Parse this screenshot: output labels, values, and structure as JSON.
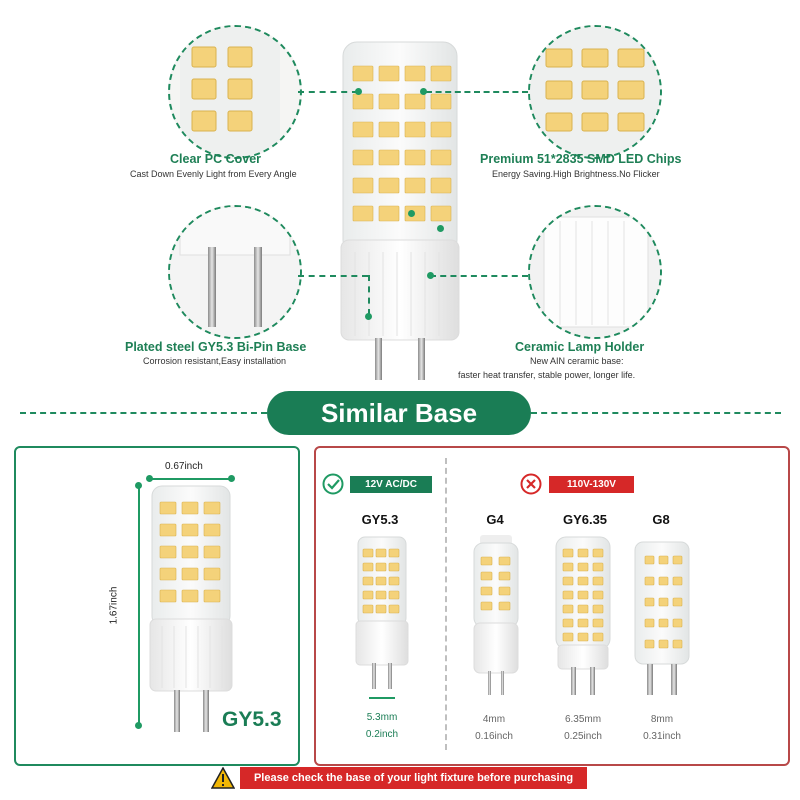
{
  "features": {
    "cover": {
      "title": "Clear PC Cover",
      "subtitle": "Cast Down Evenly Light from Every Angle",
      "icon": "led-closeup-icon"
    },
    "chips": {
      "title": "Premium 51*2835 SMD LED Chips",
      "subtitle": "Energy Saving.High Brightness.No Flicker",
      "icon": "led-chips-icon"
    },
    "base": {
      "title": "Plated steel GY5.3 Bi-Pin Base",
      "subtitle": "Corrosion resistant,Easy installation",
      "icon": "bi-pin-icon"
    },
    "holder": {
      "title": "Ceramic Lamp Holder",
      "subtitle_line1": "New AIN ceramic base:",
      "subtitle_line2": "faster heat transfer, stable power, longer life.",
      "icon": "ceramic-holder-icon"
    }
  },
  "section": {
    "title": "Similar Base"
  },
  "main_bulb": {
    "width_label": "0.67inch",
    "height_label": "1.67inch",
    "label": "GY5.3"
  },
  "compatible": {
    "tag": "12V AC/DC",
    "name": "GY5.3",
    "mm": "5.3mm",
    "inch": "0.2inch"
  },
  "incompatible": {
    "tag": "110V-130V",
    "items": [
      {
        "name": "G4",
        "mm": "4mm",
        "inch": "0.16inch"
      },
      {
        "name": "GY6.35",
        "mm": "6.35mm",
        "inch": "0.25inch"
      },
      {
        "name": "G8",
        "mm": "8mm",
        "inch": "0.31inch"
      }
    ]
  },
  "warning": {
    "text": "Please check the base of your light fixture before purchasing"
  },
  "colors": {
    "green": "#1a7d55",
    "red": "#d62828",
    "led": "#f4d27a"
  }
}
